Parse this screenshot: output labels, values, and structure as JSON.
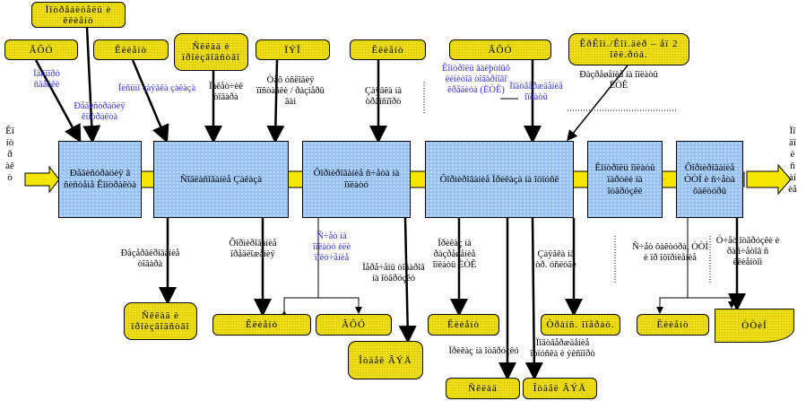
{
  "side": {
    "left": "Êîíòðàêò",
    "right": "Ïîäïèñàíèå"
  },
  "processes": [
    "Ðåãèñòðàöèÿ â ñèñòåìå Êîíòðàêòà",
    "Ñîãëàñîâàíèå Çàêàçà",
    "Ôîðìèðîâàíèå ñ÷åòà íà îïëàòó",
    "Ôîðìèðîâàíèå Ïðèêàçà íà îòïóñê",
    "Êîíòðîëü îïëàòû ïàðòèè íà îòãðóçêè",
    "Ôîðìèðîâàíèå ÒÒÍ è ñ÷åòà ôàêòóðû"
  ],
  "roles_top": [
    "Ïîòðåáèòåëü è êëèåíò",
    "ÂÔÓ",
    "Êëèåíò",
    "Ñêëàä è ïðîèçâîäñòâî",
    "ÏÝÎ",
    "Êëèåíò",
    "ÂÔÓ",
    "ÊðÊîì./Êîì.äèð – åï 2 îêë.ðóá."
  ],
  "roles_bottom": [
    "Ñêëàä è ïðîèçâîäñòâî",
    "Êëèåíò",
    "ÂÔÓ",
    "Îòäåë ÂÝÄ",
    "Êëèåíò",
    "Ñêëàä",
    "Îòäåë ÂÝÄ",
    "Òðàíñ. îïåðàö.",
    "Êëèåíò",
    "ÒÒèÍ"
  ],
  "labels": [
    "Ïàñïîðò ñäåëêè",
    "Ðåãèñòðàöèÿ êîíòðàêòà",
    "Ïèñüìî çàÿâêà çàêàçà",
    "Ïàêåò÷èê òîâàðà",
    "Òåõ óñëîâèÿ ïîñòàâêè / ðàçìåðû ãàì",
    "Çàÿâêà íà òðàíñïîðò",
    "Êîíòðîëü âàëþòíûõ ëèìèòîâ òîâàðíîãî êðåäèòà (ËÒÊ)",
    "Ïîäòâåðæäåíèå îïëàòû",
    "Ðàçðåøåíèå íà îïëàòû ËÒÊ",
    "Ðåçåðâèðîâàíèå òîâàðà",
    "Ôîðìèðîâàíèå ïðåäëîæåíèÿ",
    "Ñ÷åò íà îïëàòó èëè ïîëó÷åíèå",
    "Ïåðå÷åíü òîâàðîâ íà îòãðóçêó",
    "Ïðèêàç íà ðàçðåøåíèå îïëàòû ËÒÊ",
    "Çàÿâêà íà òð. óñëóãè",
    "Ñ÷åò ôàêòóðà, ÒÒÍ è ïð îôîðìëåíèå",
    "Ó÷åò îòãðóçêè è ðàñ÷åòîâ ñ êëèåíòîì",
    "Ïðèêàç íà îòãðóçêó",
    "Ïîäòâåðæäåíèå îòïóñêà è ýêñïîðò"
  ]
}
